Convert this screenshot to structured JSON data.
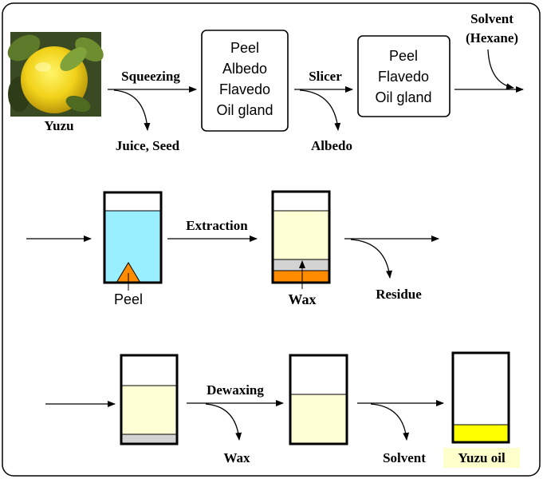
{
  "colors": {
    "solvent_blue": "#99EEFF",
    "extract_cream": "#FFFFD5",
    "wax_gray": "#D3D3D3",
    "residue_orange": "#FF8C00",
    "yuzu_oil_yellow": "#FFFF00",
    "yuzu_oil_label_bg": "#FFFFCC"
  },
  "row1": {
    "fruit_label": "Yuzu",
    "step1_label": "Squeezing",
    "byproduct1_label": "Juice, Seed",
    "box1_lines": [
      "Peel",
      "Albedo",
      "Flavedo",
      "Oil gland"
    ],
    "step2_label": "Slicer",
    "byproduct2_label": "Albedo",
    "box2_lines": [
      "Peel",
      "Flavedo",
      "Oil gland"
    ],
    "solvent_line1": "Solvent",
    "solvent_line2": "(Hexane)"
  },
  "row2": {
    "vessel1_label": "Peel",
    "step_label": "Extraction",
    "vessel2_label": "Wax",
    "byproduct_label": "Residue"
  },
  "row3": {
    "step1_label": "Dewaxing",
    "byproduct1_label": "Wax",
    "byproduct2_label": "Solvent",
    "product_label": "Yuzu oil"
  }
}
